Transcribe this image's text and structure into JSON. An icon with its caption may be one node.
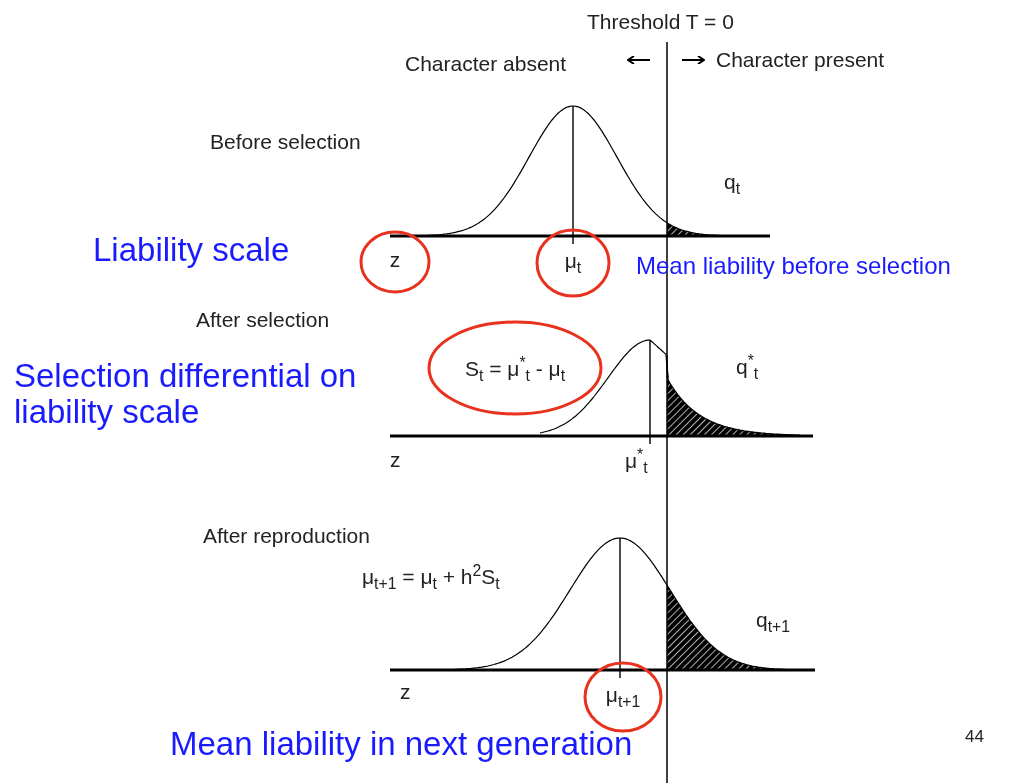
{
  "diagram": {
    "nodes": [
      {
        "text": [
          "z"
        ]
      },
      {
        "text": [
          "μ$_{t}$"
        ]
      },
      {
        "text": [
          "S$_{t}$ = μ$^{*}$$_{t}$ - μ$_{t}$"
        ]
      },
      {
        "text": [
          "μ$_{t+1}$"
        ]
      }
    ],
    "labels": [
      "Threshold T = 0",
      "Character absent",
      "Character present",
      "Before selection",
      "q$_{t}$",
      "Liability scale",
      "Mean liability before selection",
      "After selection",
      "Selection differential on liability scale",
      "q$^{*}$$_{t}$",
      "z",
      "μ$^{*}$$_{t}$",
      "After reproduction",
      "μ$_{t+1}$ = μ$_{t}$ + h$^{2}$S$_{t}$",
      "q$_{t+1}$",
      "z",
      "Mean liability in next generation",
      "44"
    ]
  }
}
